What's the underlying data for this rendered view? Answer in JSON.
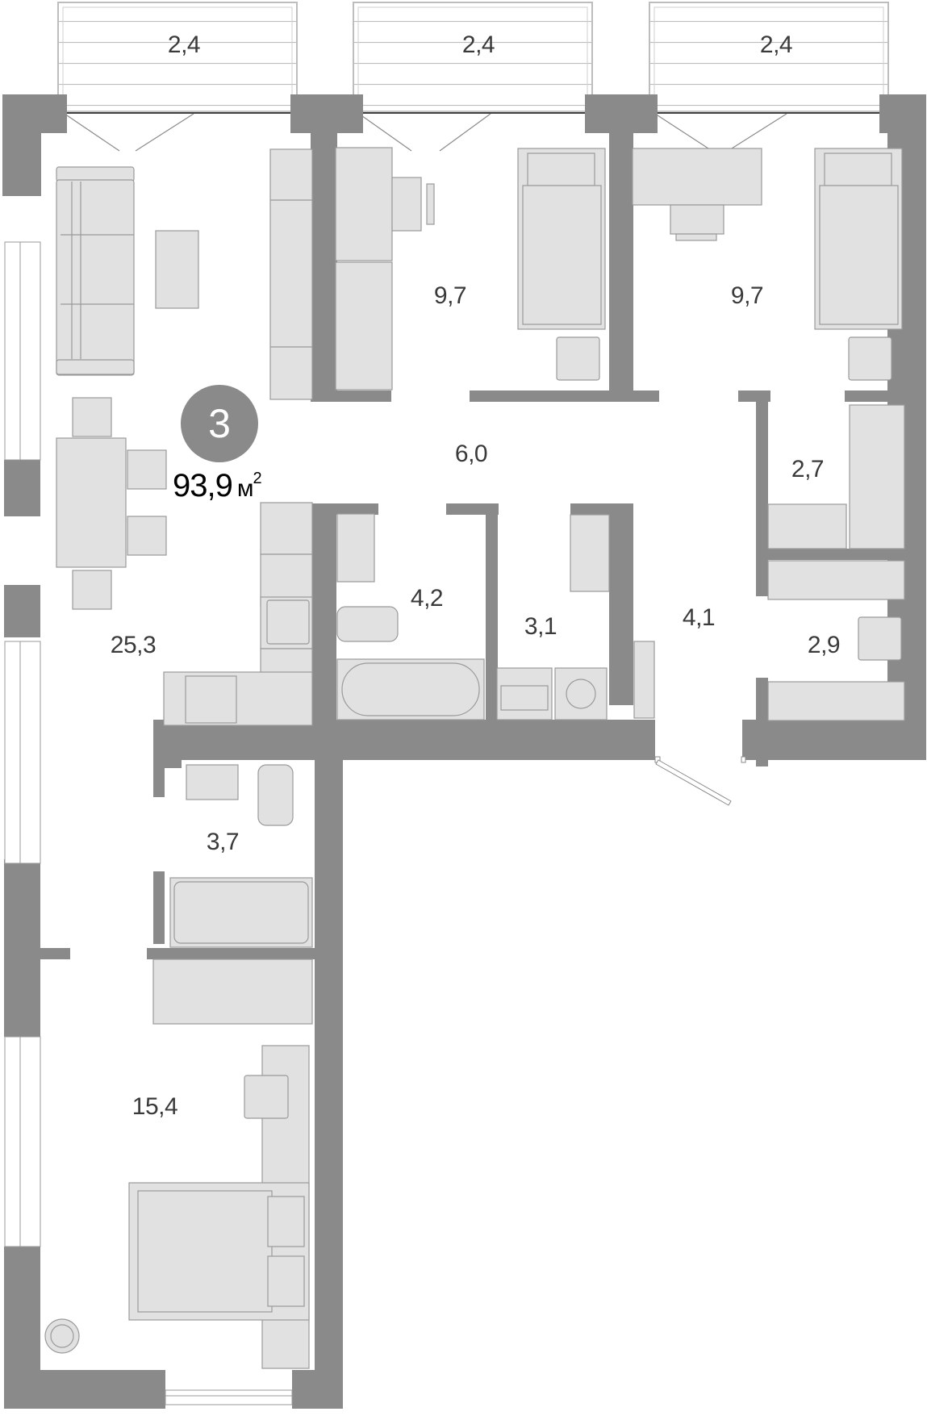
{
  "apartment": {
    "rooms_count": "3",
    "total_area": "93,9",
    "area_unit": "м",
    "area_unit_power": "2"
  },
  "colors": {
    "wall": "#8a8a8a",
    "furniture_fill": "#e1e1e1",
    "furniture_stroke": "#9a9a9a",
    "label_text": "#3a3a3a",
    "badge_bg": "#8a8a8a"
  },
  "rooms": {
    "balcony_1": {
      "name": "balcony",
      "area": "2,4"
    },
    "balcony_2": {
      "name": "balcony",
      "area": "2,4"
    },
    "balcony_3": {
      "name": "balcony",
      "area": "2,4"
    },
    "living_kitchen": {
      "name": "living-kitchen",
      "area": "25,3"
    },
    "bedroom_1": {
      "name": "bedroom",
      "area": "9,7"
    },
    "bedroom_2": {
      "name": "bedroom",
      "area": "9,7"
    },
    "hall": {
      "name": "hallway",
      "area": "6,0"
    },
    "bathroom_1": {
      "name": "bathroom",
      "area": "4,2"
    },
    "laundry": {
      "name": "laundry",
      "area": "3,1"
    },
    "entrance": {
      "name": "entrance-hall",
      "area": "4,1"
    },
    "wardrobe_1": {
      "name": "wardrobe",
      "area": "2,7"
    },
    "wardrobe_2": {
      "name": "wardrobe",
      "area": "2,9"
    },
    "bathroom_2": {
      "name": "bathroom",
      "area": "3,7"
    },
    "master_bedroom": {
      "name": "master-bedroom",
      "area": "15,4"
    }
  }
}
